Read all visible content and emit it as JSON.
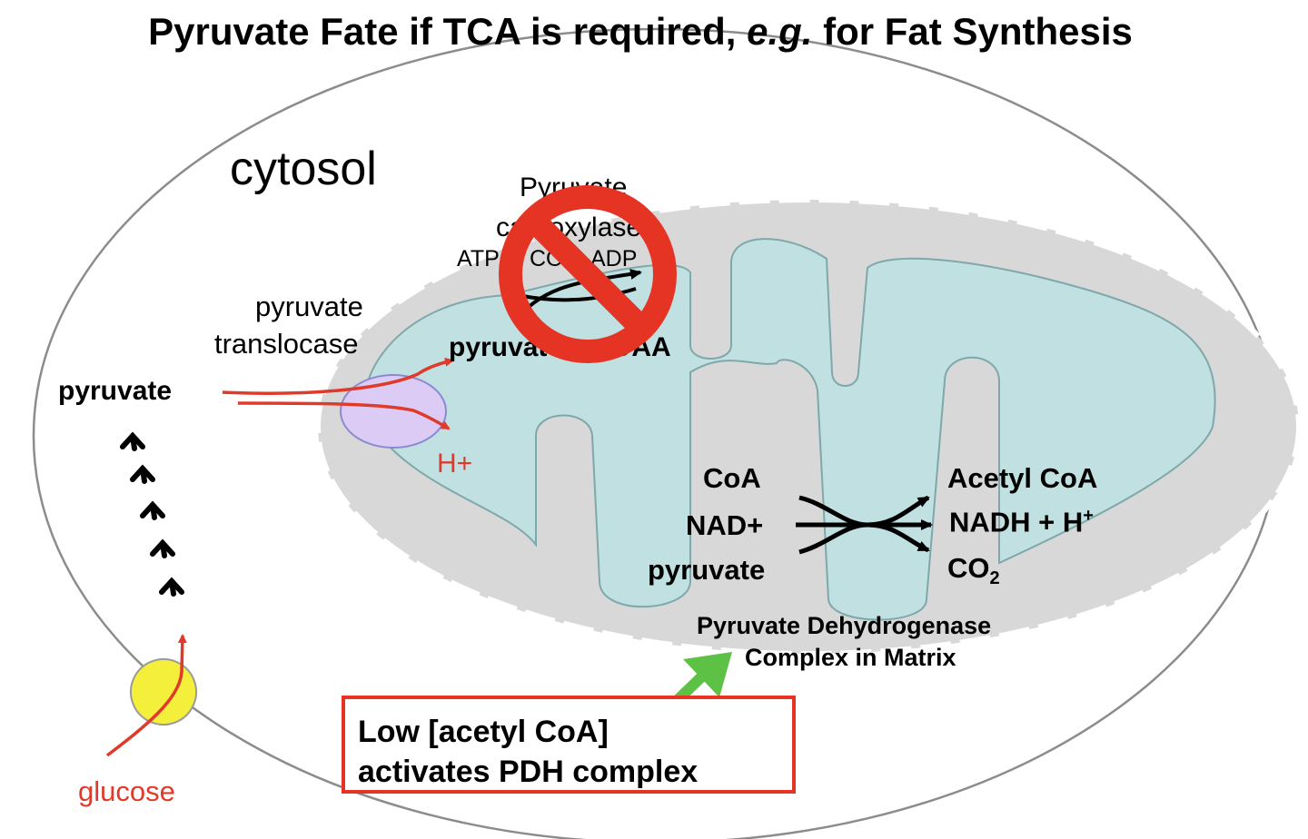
{
  "title": {
    "main": "Pyruvate Fate if TCA is required, ",
    "italic": "e.g.",
    "end": " for Fat Synthesis"
  },
  "compartments": {
    "cytosol": "cytosol"
  },
  "translocase": {
    "line1": "pyruvate",
    "line2": "translocase"
  },
  "cytosol_labels": {
    "pyruvate": "pyruvate",
    "glucose": "glucose",
    "proton": "H+"
  },
  "blocked_pathway": {
    "enzyme_line1": "Pyruvate",
    "enzyme_line2": "carboxylase",
    "atp": "ATP",
    "co2": "CO₂",
    "adp": "ADP",
    "substrate": "pyruvate",
    "product": "OAA"
  },
  "pdh_reaction": {
    "inputs": [
      "CoA",
      "NAD+",
      "pyruvate"
    ],
    "outputs": {
      "acetyl_coa": "Acetyl CoA",
      "nadh": "NADH + H",
      "nadh_sup": "+",
      "co2": "CO",
      "co2_sub": "2"
    },
    "enzyme_line1": "Pyruvate Dehydrogenase",
    "enzyme_line2": "Complex in Matrix"
  },
  "callout": {
    "line1": "Low [acetyl CoA]",
    "line2": "activates PDH complex"
  },
  "colors": {
    "matrix": "#c0e0e2",
    "intermembrane": "#d8d8d8",
    "red_arrow": "#e03a2a",
    "green_arrow": "#5cc145",
    "no_symbol": "#e53424",
    "transporter": "#d9c9f2",
    "glucose_transporter": "#f3ef3a"
  }
}
